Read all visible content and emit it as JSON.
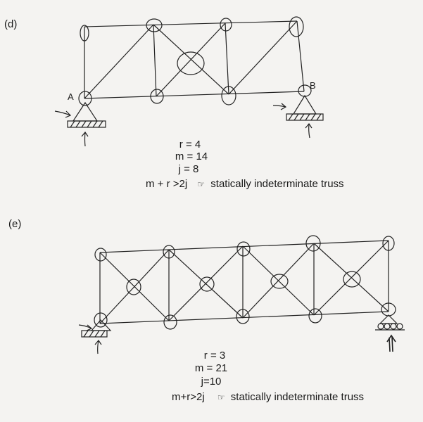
{
  "part_d": {
    "label": "(d)",
    "support_a": "A",
    "support_b": "B",
    "r": "r = 4",
    "m": "m = 14",
    "j": "j = 8",
    "conclusion_lhs": "m + r  >2j",
    "conclusion_text": "statically indeterminate truss"
  },
  "part_e": {
    "label": "(e)",
    "r": "r = 3",
    "m": "m = 21",
    "j": "j=10",
    "conclusion_lhs": "m+r>2j",
    "conclusion_text": "statically indeterminate truss"
  },
  "implies_symbol": "☞"
}
